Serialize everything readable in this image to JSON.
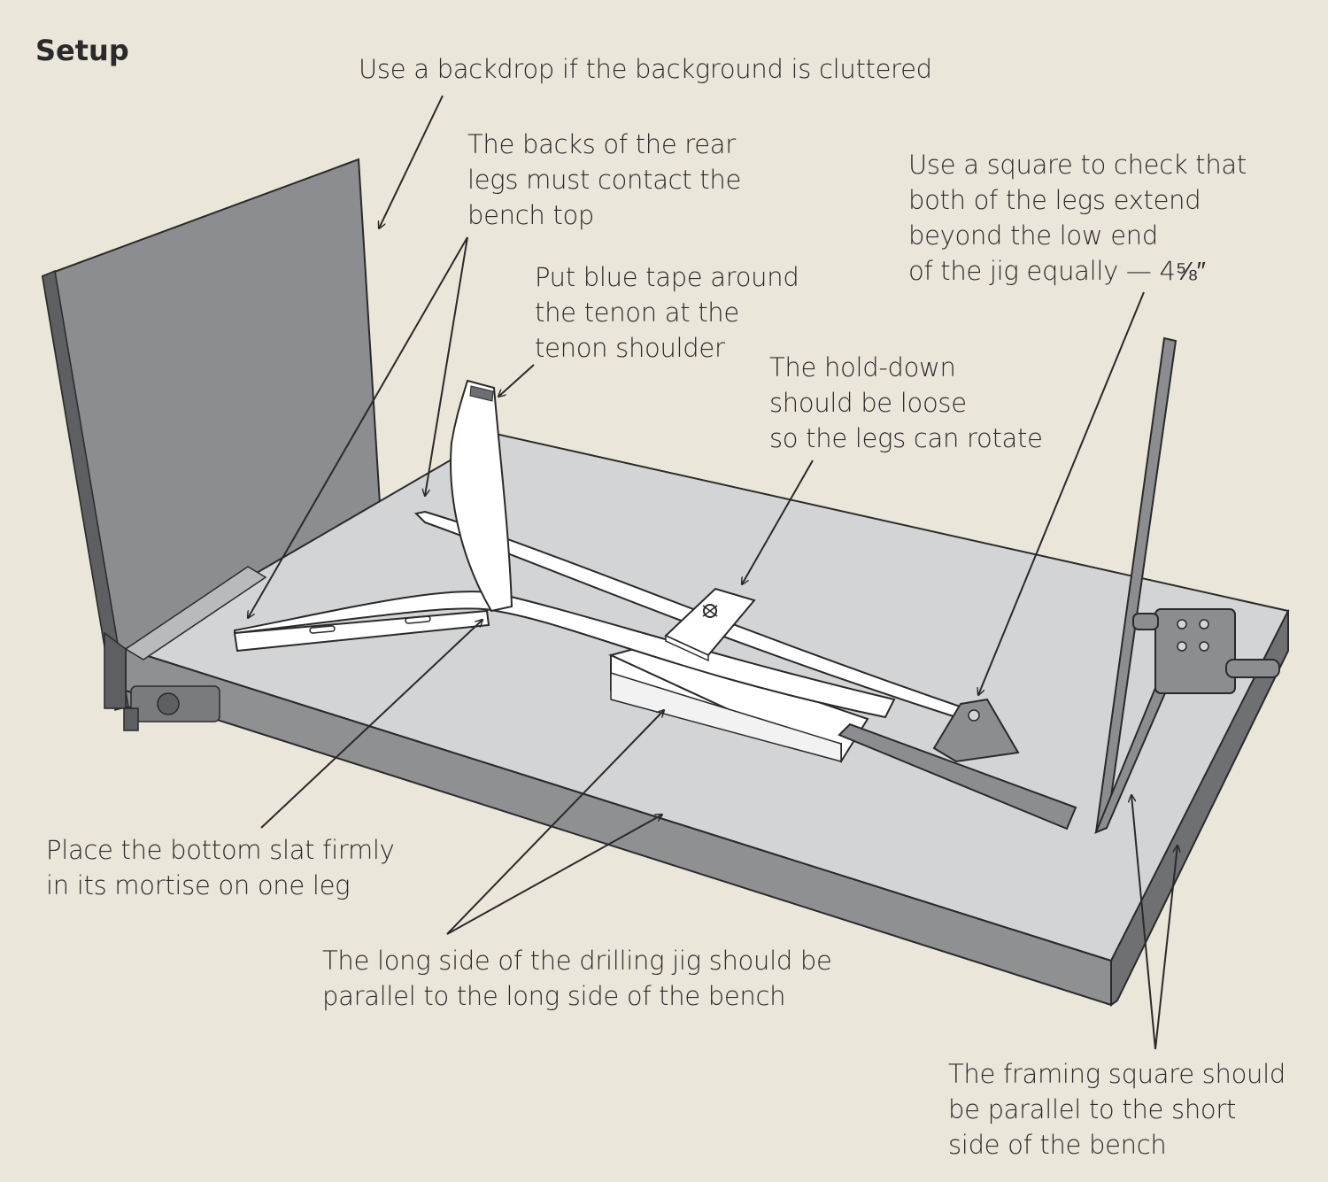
{
  "title": "Setup",
  "callouts": {
    "backdrop": "Use a backdrop if the background is cluttered",
    "rear_legs": "The backs of the rear\nlegs must contact the\nbench top",
    "blue_tape": "Put blue tape around\nthe tenon at the\ntenon shoulder",
    "square_check": "Use a square to check that\nboth of the legs extend\nbeyond the low end\nof the jig equally — 4⅝″",
    "hold_down": "The hold-down\nshould be loose\nso the legs can rotate",
    "bottom_slat": "Place the bottom slat firmly\nin its mortise on one leg",
    "long_side": "The long side of the drilling jig should be\nparallel to the long side of the bench",
    "framing_square": "The framing square should\nbe parallel to the short\nside of the bench"
  },
  "colors": {
    "background": "#ebe6da",
    "bench_top": "#d3d4d6",
    "bench_side": "#8f9092",
    "bench_end": "#6f7072",
    "backdrop_face": "#8c8d90",
    "backdrop_edge": "#5e5f62",
    "parts": "#ffffff",
    "outline": "#2a2a2a",
    "tape": "#6d6e71"
  }
}
